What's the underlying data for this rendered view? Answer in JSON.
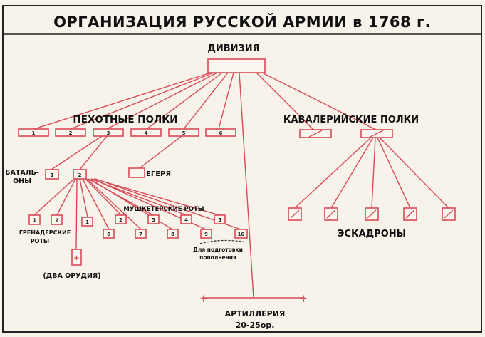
{
  "title": "ОРГАНИЗАЦИЯ РУССКОЙ АРМИИ в 1768 г.",
  "division": "ДИВИЗИЯ",
  "infantry": {
    "label": "ПЕХОТНЫЕ ПОЛКИ",
    "regiments": [
      "1",
      "2",
      "3",
      "4",
      "5",
      "6"
    ]
  },
  "cavalry": {
    "label": "КАВАЛЕРИЙСКИЕ ПОЛКИ",
    "squadrons_label": "ЭСКАДРОНЫ",
    "regiment_count": 2,
    "squadron_count": 5
  },
  "battalions": {
    "label_line1": "БАТАЛЬ-",
    "label_line2": "ОНЫ",
    "items": [
      "1",
      "2"
    ]
  },
  "jaegers": "ЕГЕРЯ",
  "grenadiers": {
    "label_line1": "ГРЕНАДЕРСКИЕ",
    "label_line2": "РОТЫ",
    "items": [
      "1",
      "2"
    ]
  },
  "musketeers": {
    "label": "МУШКЕТЕРСКИЕ РОТЫ",
    "items": [
      "1",
      "2",
      "3",
      "4",
      "5",
      "6",
      "7",
      "8",
      "9",
      "10"
    ]
  },
  "guns": {
    "symbol": "+",
    "label": "(ДВА ОРУДИЯ)"
  },
  "reserve": {
    "line1": "Для подготовки",
    "line2": "пополнения"
  },
  "artillery": {
    "label": "АРТИЛЛЕРИЯ",
    "count": "20-25ор.",
    "symbol": "+"
  }
}
